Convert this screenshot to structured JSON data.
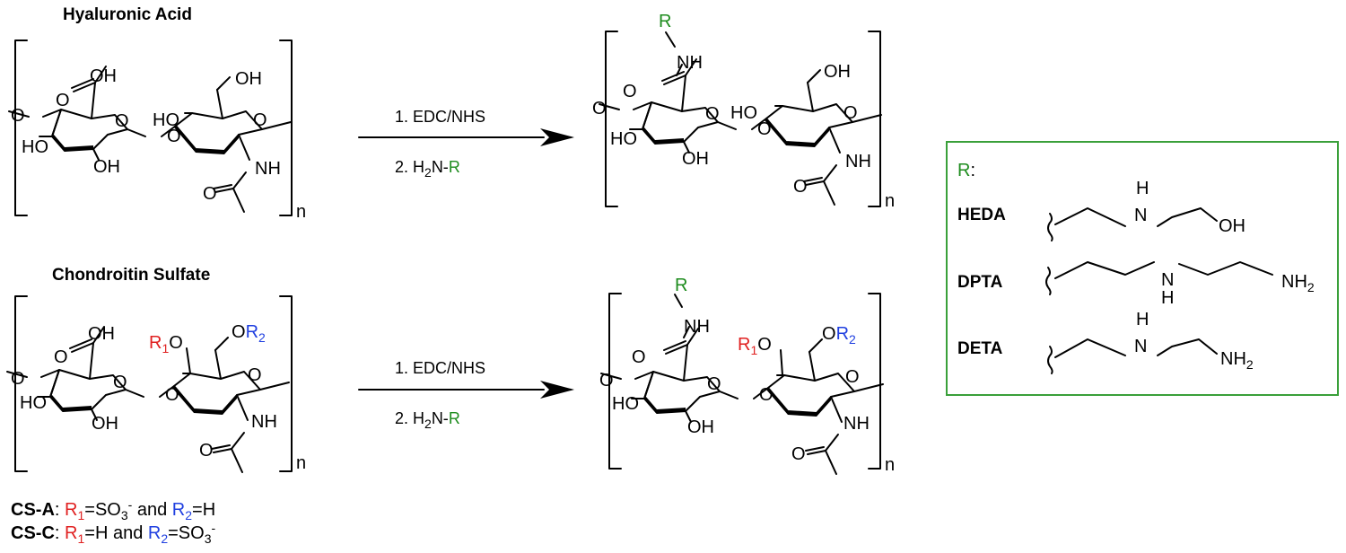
{
  "headers": {
    "hyaluronic_acid": "Hyaluronic Acid",
    "chondroitin_sulfate": "Chondroitin Sulfate"
  },
  "reaction": {
    "step1": "1. EDC/NHS",
    "step2_prefix": "2. H",
    "step2_sub": "2",
    "step2_mid": "N-",
    "r": "R"
  },
  "atoms": {
    "oh": "OH",
    "ho": "HO",
    "o": "O",
    "nh": "NH",
    "h": "H",
    "n": "N",
    "n_subscript": "n",
    "r": "R",
    "r1": "R",
    "r1_sub": "1",
    "r2": "R",
    "r2_sub": "2"
  },
  "legend_box": {
    "title": "R",
    "title_colon": ":",
    "items": [
      {
        "name": "HEDA",
        "end": "OH"
      },
      {
        "name": "DPTA",
        "end": "NH",
        "end_sub": "2"
      },
      {
        "name": "DETA",
        "end": "NH",
        "end_sub": "2"
      }
    ],
    "border_color": "#3aa03a"
  },
  "footnotes": {
    "csa_name": "CS-A",
    "csc_name": "CS-C",
    "colon": ": ",
    "r": "R",
    "one": "1",
    "two": "2",
    "so3": "=SO",
    "three": "3",
    "minus": "-",
    "eq_h": "=H",
    "and": " and "
  },
  "colors": {
    "r_group": "#1e8c1e",
    "r1": "#e02020",
    "r2": "#1f3fe0"
  }
}
